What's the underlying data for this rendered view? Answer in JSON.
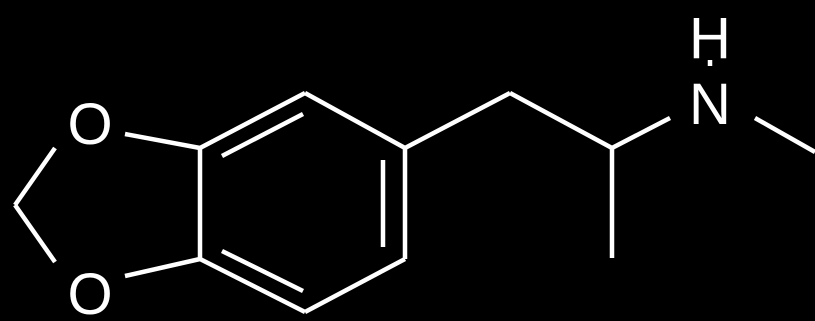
{
  "diagram": {
    "type": "structural-formula",
    "atoms": [
      {
        "id": "o-top",
        "symbol": "O"
      },
      {
        "id": "o-bottom",
        "symbol": "O"
      },
      {
        "id": "n",
        "symbol": "N"
      },
      {
        "id": "h",
        "symbol": "H"
      }
    ],
    "colors": {
      "background": "#000000",
      "ink": "#ffffff"
    }
  }
}
